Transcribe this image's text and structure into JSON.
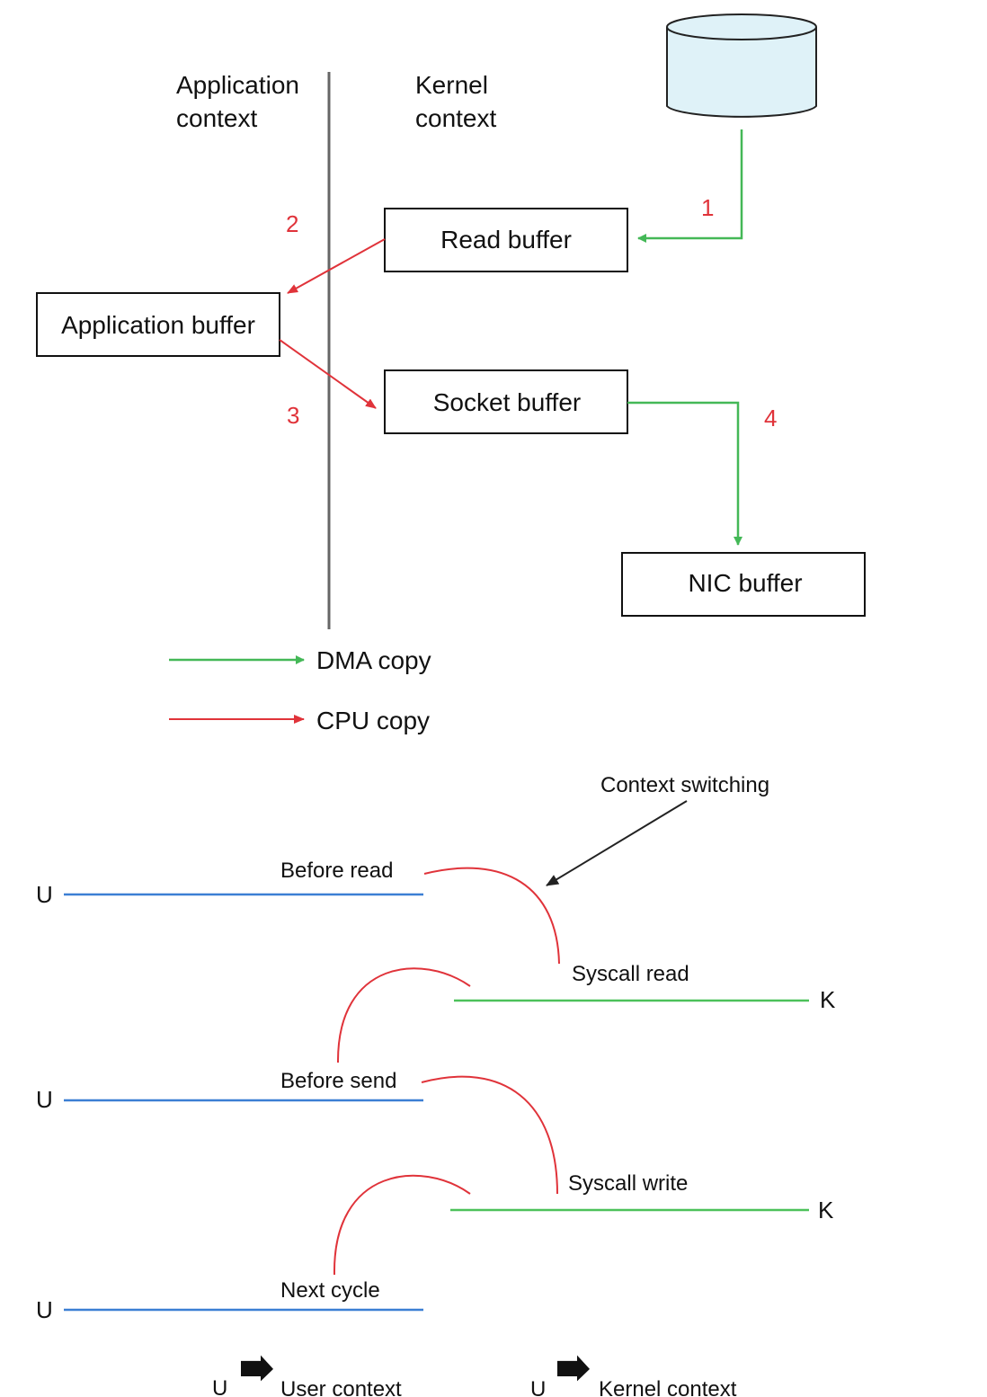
{
  "top": {
    "app_context": [
      "Application",
      "context"
    ],
    "kernel_context": [
      "Kernel",
      "context"
    ],
    "boxes": {
      "read_buffer": "Read buffer",
      "application_buffer": "Application buffer",
      "socket_buffer": "Socket buffer",
      "nic_buffer": "NIC buffer"
    },
    "steps": [
      "1",
      "2",
      "3",
      "4"
    ],
    "legend": {
      "dma": "DMA copy",
      "cpu": "CPU copy"
    },
    "colors": {
      "dma": "#44b857",
      "cpu": "#e0333a",
      "disk_fill": "#dff2f8"
    }
  },
  "bottom": {
    "callout": "Context switching",
    "labels": {
      "before_read": "Before read",
      "syscall_read": "Syscall read",
      "before_send": "Before send",
      "syscall_write": "Syscall write",
      "next_cycle": "Next cycle"
    },
    "u": "U",
    "k": "K",
    "legend": {
      "u1": "U",
      "user_context": "User context",
      "u2": "U",
      "kernel_context": "Kernel context"
    },
    "colors": {
      "user_line": "#3b7fd4",
      "kernel_line": "#4cc15a",
      "switch": "#e0333a"
    }
  }
}
